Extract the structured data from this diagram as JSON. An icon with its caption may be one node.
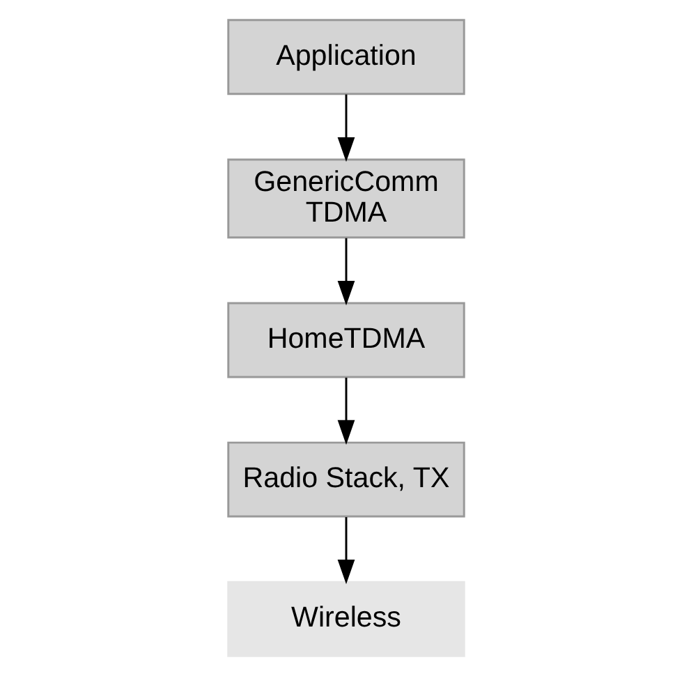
{
  "diagram": {
    "nodes": [
      {
        "text": [
          "Application"
        ]
      },
      {
        "text": [
          "GenericComm TDMA"
        ]
      },
      {
        "text": [
          "HomeTDMA"
        ]
      },
      {
        "text": [
          "Radio Stack, TX"
        ]
      },
      {
        "text": [
          "Wireless"
        ]
      }
    ],
    "edges": [
      {
        "from": 0,
        "to": 1,
        "arrow": "to"
      },
      {
        "from": 1,
        "to": 2,
        "arrow": "to"
      },
      {
        "from": 2,
        "to": 3,
        "arrow": "to"
      },
      {
        "from": 3,
        "to": 4,
        "arrow": "to"
      }
    ]
  }
}
